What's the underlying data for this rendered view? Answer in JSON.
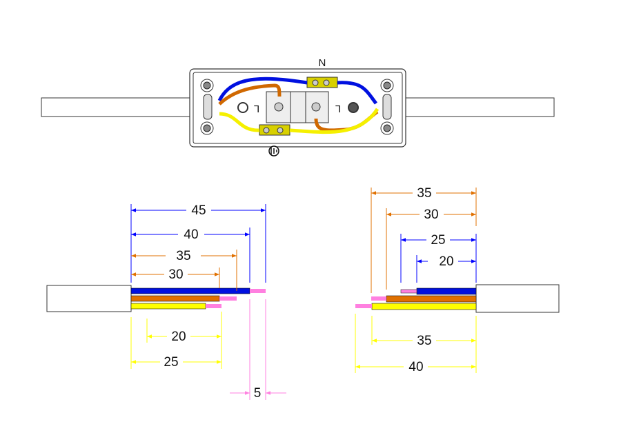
{
  "colors": {
    "neutral": "#0000ff",
    "live": "#e07000",
    "earth": "#ffff00",
    "strip": "#ff80e0",
    "dim_blue": "#0000ff",
    "dim_orange": "#e07000",
    "dim_yellow": "#ffff00",
    "dim_pink": "#ff80e0"
  },
  "junction_box": {
    "neutral_label": "N",
    "live_label_left": "L",
    "live_label_right": "L",
    "earth_symbol": "earth-symbol"
  },
  "left_cable": {
    "dims": {
      "neutral_total": "45",
      "neutral_insulated": "40",
      "live_total": "35",
      "live_insulated": "30",
      "earth_insulated": "20",
      "earth_total": "25",
      "strip_length": "5"
    }
  },
  "right_cable": {
    "dims": {
      "live_total": "35",
      "live_insulated": "30",
      "neutral_total": "25",
      "neutral_insulated": "20",
      "earth_insulated": "35",
      "earth_total": "40"
    }
  }
}
